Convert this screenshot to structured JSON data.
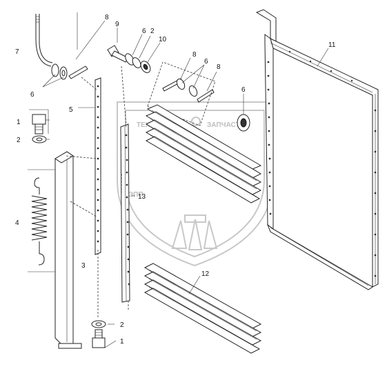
{
  "callouts": {
    "c1_top": "1",
    "c2_top": "2",
    "c3": "3",
    "c4": "4",
    "c5": "5",
    "c6_left": "6",
    "c6_top": "6",
    "c6_mid": "6",
    "c6_right": "6",
    "c7": "7",
    "c8_top": "8",
    "c8_mid": "8",
    "c8_right": "8",
    "c9": "9",
    "c2_mid": "2",
    "c10": "10",
    "c11": "11",
    "c12": "12",
    "c13": "13",
    "c2_bottom": "2",
    "c1_bottom": "1"
  },
  "watermark": {
    "left_word": "ТЕХНО",
    "right_word": "ЗАПЧАСТИ",
    "logo_letters": "ЭПП"
  },
  "colors": {
    "line": "#222222",
    "watermark": "#c8c8c8"
  }
}
